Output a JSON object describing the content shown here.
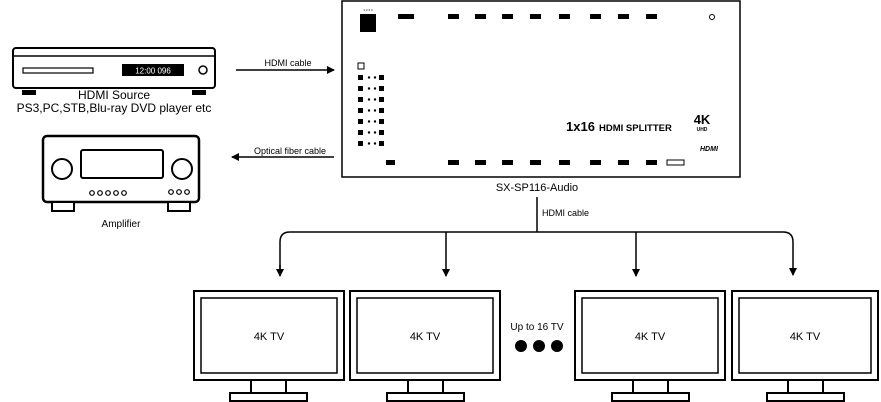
{
  "source": {
    "display_text": "12:00 096",
    "title": "HDMI Source",
    "subtitle": "PS3,PC,STB,Blu-ray DVD player etc"
  },
  "amplifier": {
    "label": "Amplifier"
  },
  "splitter": {
    "model": "SX-SP116-Audio",
    "product_name": "1x16",
    "product_suffix": "HDMI SPLITTER",
    "badge_4k": "4K",
    "badge_4k_sub": "UHD",
    "hdmi_logo": "HDMI"
  },
  "cables": {
    "input": "HDMI cable",
    "optical": "Optical fiber cable",
    "output": "HDMI cable"
  },
  "tvs": [
    {
      "label": "4K TV"
    },
    {
      "label": "4K TV"
    },
    {
      "label": "4K TV"
    },
    {
      "label": "4K TV"
    }
  ],
  "tv_count_note": "Up to 16 TV",
  "icons": {
    "source": "dvd-player-icon",
    "amplifier": "av-receiver-icon",
    "splitter": "hdmi-splitter-device-icon",
    "tv": "tv-monitor-icon",
    "ellipsis": "ellipsis-dots-icon",
    "arrow": "arrow-icon"
  }
}
